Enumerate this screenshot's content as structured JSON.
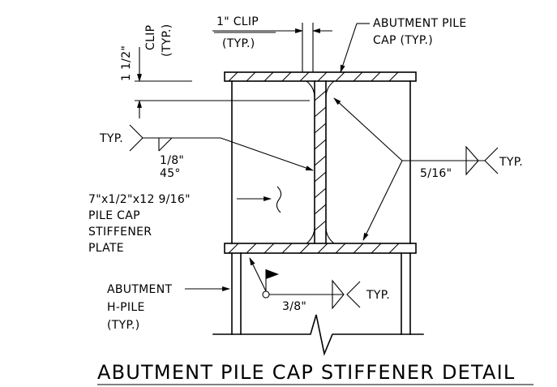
{
  "labels": {
    "clip_vertical_dim": "1 1/2\"",
    "clip_vertical_a": "CLIP",
    "clip_vertical_b": "(TYP.)",
    "clip_top_a": "1\" CLIP",
    "clip_top_b": "(TYP.)",
    "cap_a": "ABUTMENT PILE",
    "cap_b": "CAP (TYP.)",
    "weld_left_typ": "TYP.",
    "weld_left_size": "1/8\"",
    "weld_left_angle": "45°",
    "stiff_a": "7\"x1/2\"x12 9/16\"",
    "stiff_b": "PILE CAP",
    "stiff_c": "STIFFENER",
    "stiff_d": "PLATE",
    "weld_right_size": "5/16\"",
    "weld_right_typ": "TYP.",
    "pile_a": "ABUTMENT",
    "pile_b": "H-PILE",
    "pile_c": "(TYP.)",
    "weld_bottom_size": "3/8\"",
    "weld_bottom_typ": "TYP.",
    "title": "ABUTMENT PILE CAP STIFFENER DETAIL"
  }
}
